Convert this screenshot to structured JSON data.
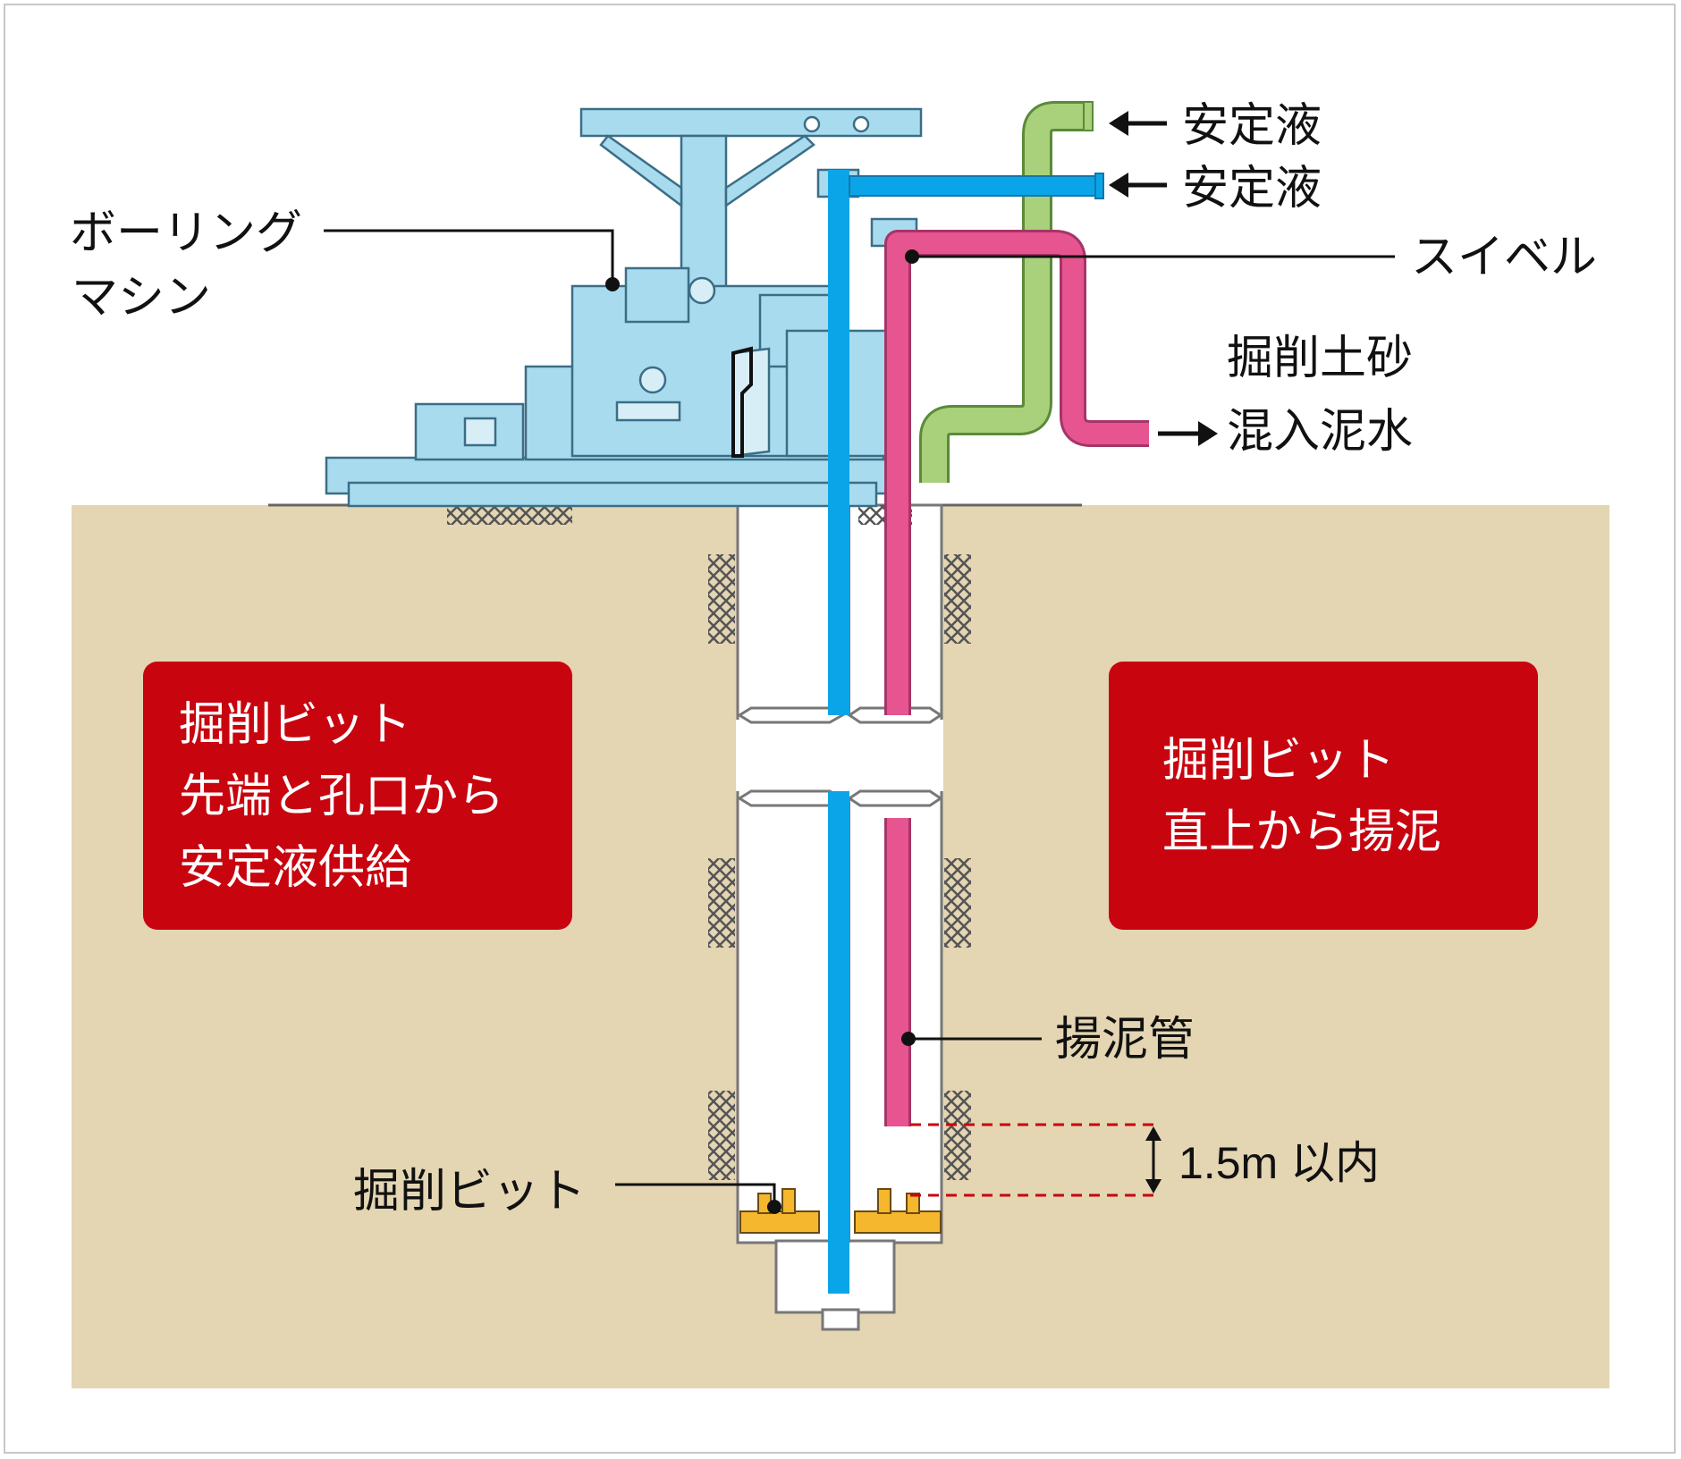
{
  "colors": {
    "ground": "#e4d5b3",
    "machine": "#a9dbee",
    "machine_stroke": "#3b6e86",
    "supply_pipe": "#0aa5e8",
    "slurry_pipe": "#e6558f",
    "return_pipe": "#a9d07a",
    "bit": "#f5b72e",
    "callout_box": "#c8040f",
    "dashed_line": "#c8040f"
  },
  "labels": {
    "boring_machine": [
      "ボーリング",
      "マシン"
    ],
    "stabilizer_1": "安定液",
    "stabilizer_2": "安定液",
    "swivel": "スイベル",
    "slurry_out": [
      "掘削土砂",
      "混入泥水"
    ],
    "lift_pipe": "揚泥管",
    "distance": "1.5m 以内",
    "bit": "掘削ビット"
  },
  "callouts": {
    "left": [
      "掘削ビット",
      "先端と孔口から",
      "安定液供給"
    ],
    "right": [
      "掘削ビット",
      "直上から揚泥"
    ]
  },
  "icons": {
    "arrow_in": "arrow-left-icon",
    "arrow_out": "arrow-right-icon",
    "dimension": "double-arrow-vertical-icon"
  }
}
